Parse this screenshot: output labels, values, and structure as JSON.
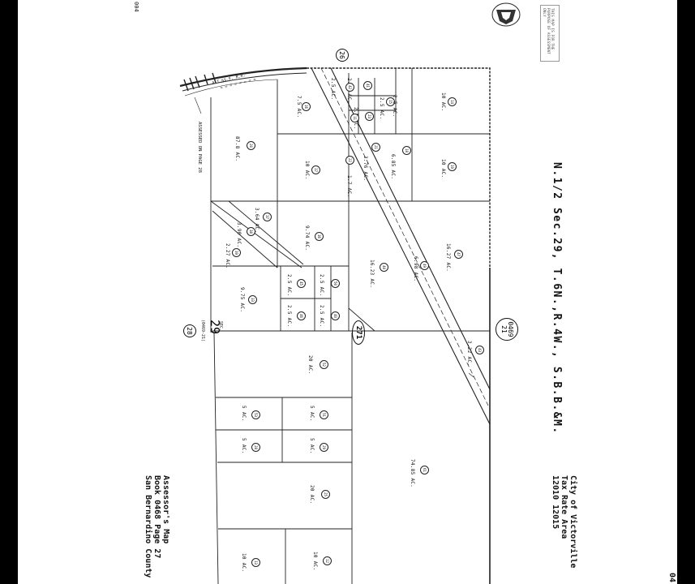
{
  "page_code_top_left": "004",
  "page_code_bottom_right": "04",
  "disclaimer_text": "THIS MAP IS FOR THE PURPOSE OF ASSESSMENT ONLY",
  "title": "N.1/2 Sec.29, T.6N.,R.4W., S.B.B.&M.",
  "book_ref": {
    "book": "0469",
    "page": "21"
  },
  "road_label": "271",
  "city": {
    "line1": "City of Victorville",
    "line2": "Tax Rate Area",
    "line3": "12010 12015"
  },
  "assessor": {
    "line1": "Assessor's Map",
    "line2": "Book 0468 Page 27",
    "line3": "San Bernardino County"
  },
  "assessed_note": "ASSESSED ON PAGE 28",
  "section_labels": {
    "top": "26",
    "left": "28",
    "center": "29",
    "sec_word": "SEC.",
    "sec_sub": "(0469-21)"
  },
  "parcels": [
    {
      "num": "15",
      "area": "2.5 AC."
    },
    {
      "num": "14",
      "area": "10 AC."
    },
    {
      "num": "16",
      "area": "7.5 AC."
    },
    {
      "num": "20",
      "area": "87.8 AC."
    },
    {
      "num": "17",
      "area": "10 AC."
    },
    {
      "num": "18",
      "area": "6.85 AC."
    },
    {
      "num": "19",
      "area": "10 AC."
    },
    {
      "num": "21",
      "area": "3.76 AC."
    },
    {
      "num": "22",
      "area": "1.7 AC."
    },
    {
      "num": "37",
      "area": "3.64 AC."
    },
    {
      "num": "38",
      "area": "3.90 AC."
    },
    {
      "num": "39",
      "area": "2.27 AC."
    },
    {
      "num": "36",
      "area": "9.74 AC."
    },
    {
      "num": "48",
      "area": "16.23 AC."
    },
    {
      "num": "49",
      "area": "6.98 AC."
    },
    {
      "num": "47",
      "area": "16.27 AC."
    },
    {
      "num": "33",
      "area": "9.75 AC."
    },
    {
      "num": "45",
      "area": "2.5 AC."
    },
    {
      "num": "50",
      "area": "2.5 AC."
    },
    {
      "num": "46",
      "area": "2.5 AC."
    },
    {
      "num": "40",
      "area": "2.5 AC."
    },
    {
      "num": "43",
      "area": "3.22 AC."
    },
    {
      "num": "52",
      "area": "20 AC."
    },
    {
      "num": "53",
      "area": "5 AC."
    },
    {
      "num": "51",
      "area": "5 AC."
    },
    {
      "num": "28",
      "area": "5 AC."
    },
    {
      "num": "29",
      "area": "5 AC."
    },
    {
      "num": "25",
      "area": "20 AC."
    },
    {
      "num": "61",
      "area": "74.85 AC."
    },
    {
      "num": "13",
      "area": "10 AC."
    },
    {
      "num": "12",
      "area": "10 AC."
    },
    {
      "num": "41",
      "area": "2.44 AC."
    },
    {
      "num": "42",
      "area": "2.5 AC."
    },
    {
      "num": "23",
      "area": "2.5 AC."
    },
    {
      "num": "11",
      "area": "2.5 AC."
    }
  ]
}
